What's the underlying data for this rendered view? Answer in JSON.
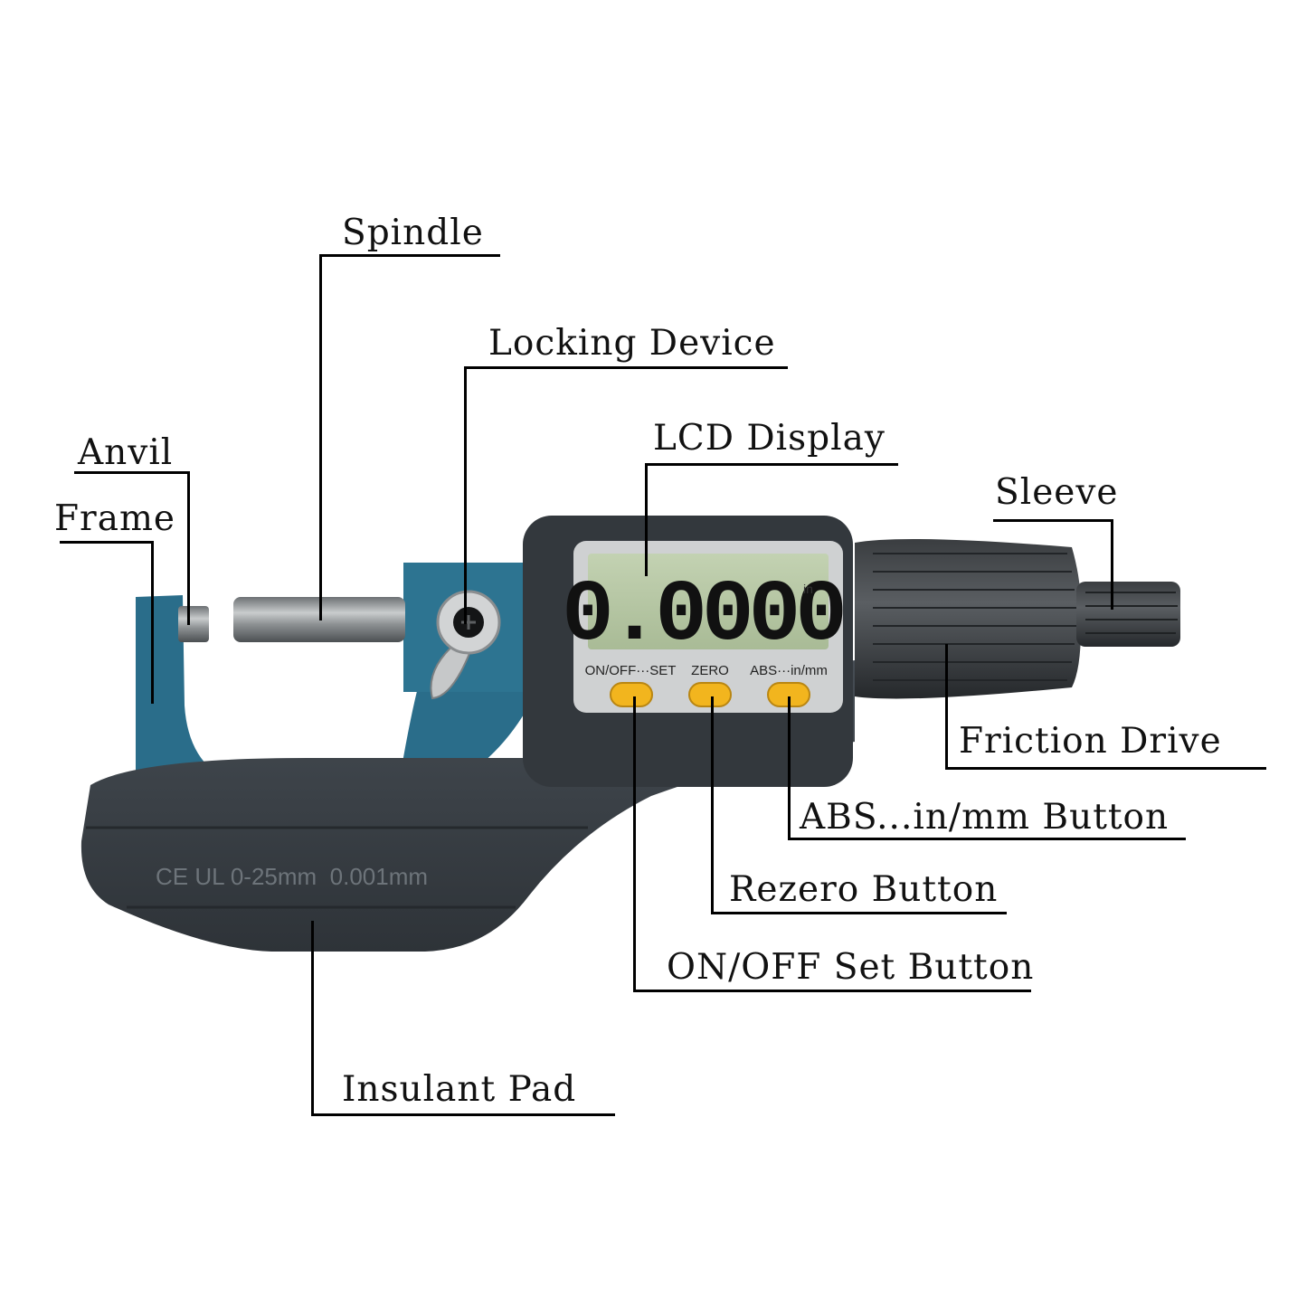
{
  "colors": {
    "frame_blue": "#2a6d8a",
    "body_dark": "#3a4148",
    "lcd_green": "#b9c9a6",
    "button_yellow": "#f2b51e",
    "spindle_steel": "#8f9396",
    "label_ink": "#111111"
  },
  "labels": {
    "spindle": "Spindle",
    "locking_device": "Locking Device",
    "anvil": "Anvil",
    "frame": "Frame",
    "lcd_display": "LCD Display",
    "sleeve": "Sleeve",
    "friction_drive": "Friction Drive",
    "abs_button": "ABS...in/mm Button",
    "rezero_button": "Rezero Button",
    "onoff_button": "ON/OFF Set Button",
    "insulant_pad": "Insulant Pad"
  },
  "device": {
    "lcd_reading": "0.0000",
    "lcd_unit": "in",
    "button_onoff_caption": "ON/OFF···SET",
    "button_zero_caption": "ZERO",
    "button_abs_caption": "ABS···in/mm",
    "body_marking": "CE UL 0-25mm  0.001mm"
  },
  "icons": {
    "lock_lever": "wing-lever-icon",
    "lock_screw": "phillips-screw-icon"
  }
}
